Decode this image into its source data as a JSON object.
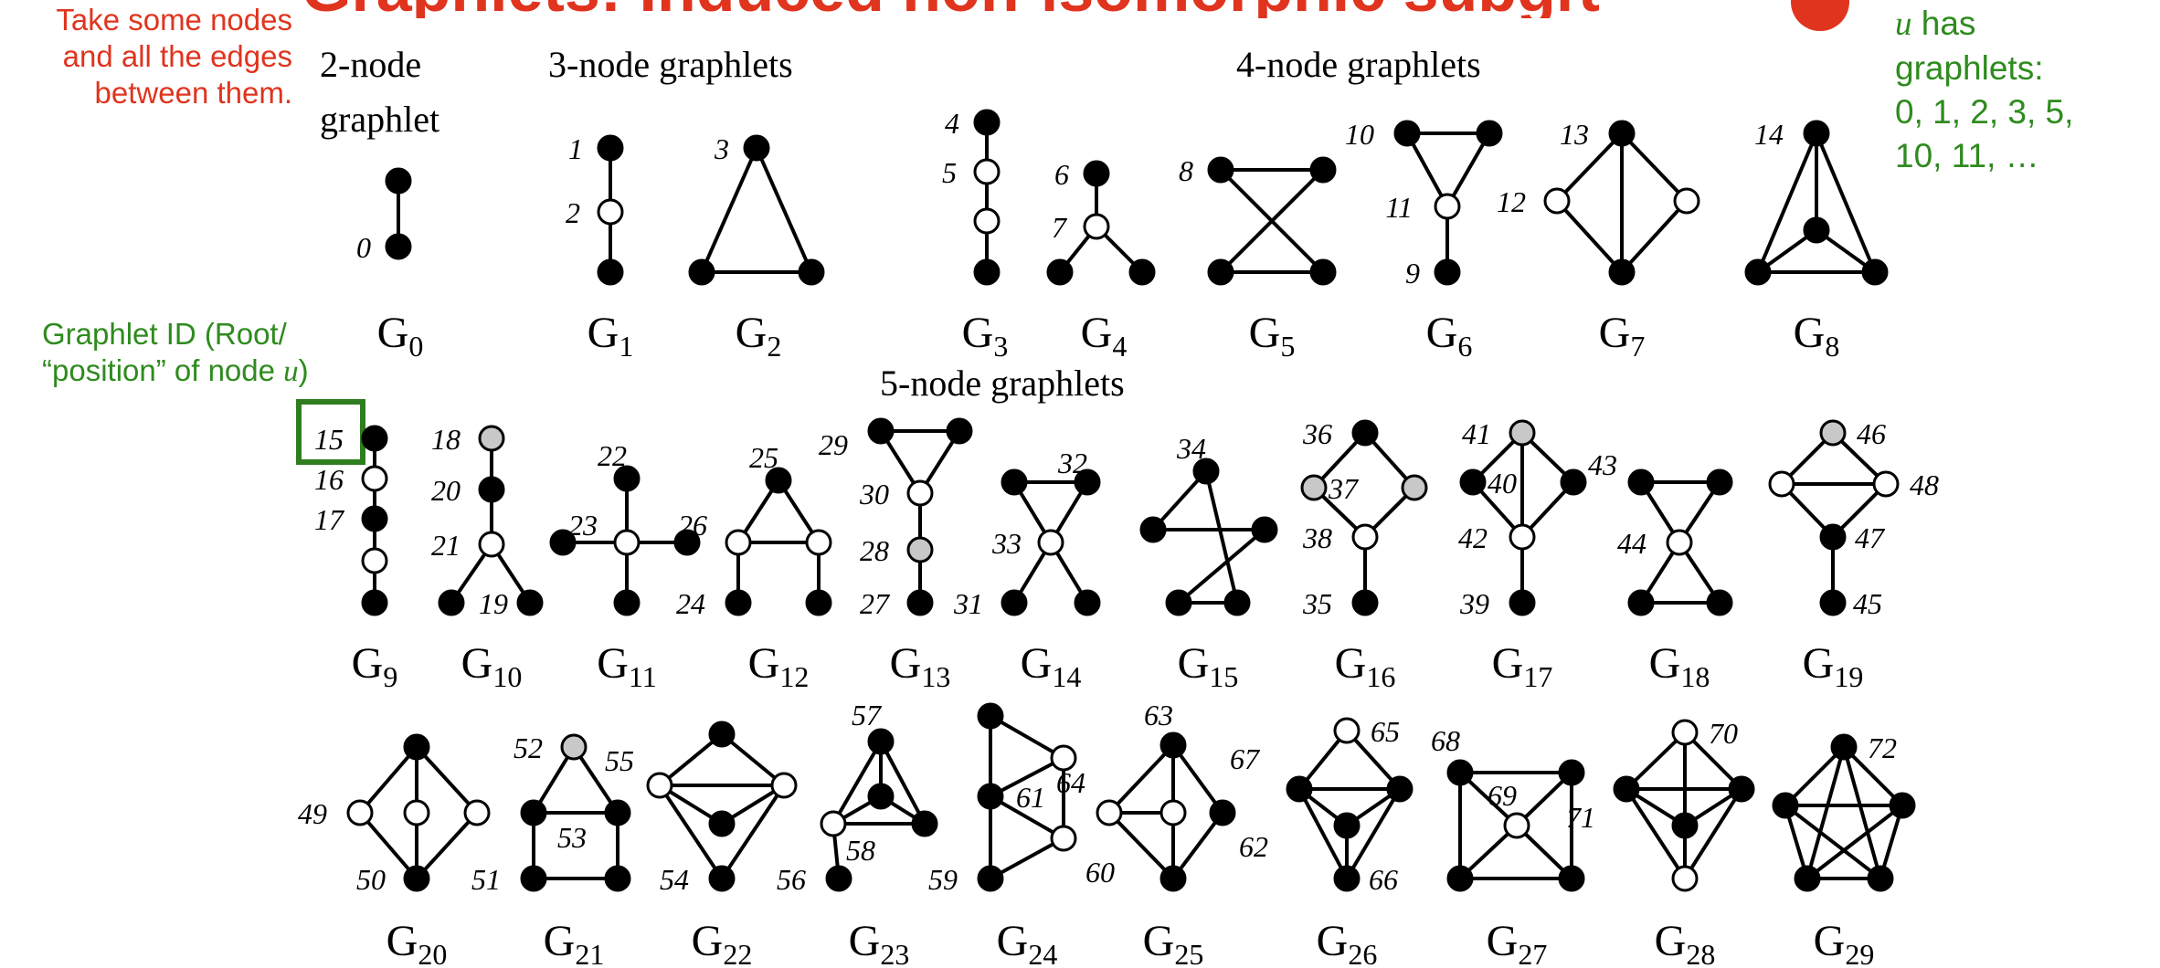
{
  "slide": {
    "title": "Graphlets: Induced non-isomorphic subgraphs",
    "note_red": [
      "Take some nodes",
      "and all the edges",
      "between them."
    ],
    "note_green_id": [
      "Graphlet ID (Root/",
      "“position” of node u)"
    ],
    "note_right": [
      "u has",
      "graphlets:",
      "0, 1, 2, 3, 5,",
      "10, 11, …"
    ],
    "colors": {
      "red": "#e0341e",
      "green": "#2e8b1e",
      "highlight_box": "#2e7d1f",
      "grey_node": "#c8c8c8"
    }
  },
  "headers": {
    "two_node": [
      "2-node",
      "graphlet"
    ],
    "three_node": "3-node graphlets",
    "four_node": "4-node graphlets",
    "five_node": "5-node graphlets"
  },
  "graphlets": [
    {
      "name": "G",
      "sub": "0",
      "nodes": [
        [
          "b",
          ""
        ],
        [
          "b",
          "0"
        ]
      ],
      "edges": [
        [
          0,
          1
        ]
      ]
    },
    {
      "name": "G",
      "sub": "1",
      "nodes": [
        [
          "b",
          "1"
        ],
        [
          "w",
          "2"
        ],
        [
          "b",
          ""
        ]
      ],
      "edges": [
        [
          0,
          1
        ],
        [
          1,
          2
        ]
      ]
    },
    {
      "name": "G",
      "sub": "2",
      "nodes": [
        [
          "b",
          "3"
        ],
        [
          "b",
          ""
        ],
        [
          "b",
          ""
        ]
      ],
      "edges": [
        [
          0,
          1
        ],
        [
          1,
          2
        ],
        [
          2,
          0
        ]
      ]
    },
    {
      "name": "G",
      "sub": "3",
      "nodes": [
        [
          "b",
          "4"
        ],
        [
          "w",
          "5"
        ],
        [
          "w",
          ""
        ],
        [
          "b",
          ""
        ]
      ],
      "edges": [
        [
          0,
          1
        ],
        [
          1,
          2
        ],
        [
          2,
          3
        ]
      ]
    },
    {
      "name": "G",
      "sub": "4",
      "nodes": [
        [
          "b",
          "6"
        ],
        [
          "w",
          "7"
        ],
        [
          "b",
          ""
        ],
        [
          "b",
          ""
        ]
      ],
      "edges": [
        [
          0,
          1
        ],
        [
          1,
          2
        ],
        [
          1,
          3
        ]
      ]
    },
    {
      "name": "G",
      "sub": "5",
      "nodes": [
        [
          "b",
          "8"
        ],
        [
          "b",
          ""
        ],
        [
          "b",
          ""
        ],
        [
          "b",
          ""
        ]
      ],
      "edges": [
        [
          0,
          1
        ],
        [
          1,
          2
        ],
        [
          2,
          3
        ],
        [
          3,
          0
        ]
      ]
    },
    {
      "name": "G",
      "sub": "6",
      "nodes": [
        [
          "b",
          "10"
        ],
        [
          "b",
          ""
        ],
        [
          "w",
          "11"
        ],
        [
          "b",
          "9"
        ]
      ],
      "edges": [
        [
          0,
          1
        ],
        [
          0,
          2
        ],
        [
          1,
          2
        ],
        [
          2,
          3
        ]
      ]
    },
    {
      "name": "G",
      "sub": "7",
      "nodes": [
        [
          "b",
          "13"
        ],
        [
          "w",
          "12"
        ],
        [
          "w",
          ""
        ],
        [
          "b",
          ""
        ]
      ],
      "edges": [
        [
          0,
          1
        ],
        [
          0,
          2
        ],
        [
          0,
          3
        ],
        [
          1,
          3
        ],
        [
          2,
          3
        ]
      ]
    },
    {
      "name": "G",
      "sub": "8",
      "nodes": [
        [
          "b",
          "14"
        ],
        [
          "b",
          ""
        ],
        [
          "b",
          ""
        ],
        [
          "b",
          ""
        ]
      ],
      "edges": [
        [
          0,
          1
        ],
        [
          0,
          2
        ],
        [
          0,
          3
        ],
        [
          1,
          2
        ],
        [
          1,
          3
        ],
        [
          2,
          3
        ]
      ]
    },
    {
      "name": "G",
      "sub": "9",
      "nodes": [
        [
          "b",
          "15"
        ],
        [
          "w",
          "16"
        ],
        [
          "b",
          "17"
        ],
        [
          "w",
          ""
        ],
        [
          "b",
          ""
        ]
      ],
      "edges": [
        [
          0,
          1
        ],
        [
          1,
          2
        ],
        [
          2,
          3
        ],
        [
          3,
          4
        ]
      ]
    },
    {
      "name": "G",
      "sub": "10",
      "nodes": [
        [
          "g",
          "18"
        ],
        [
          "b",
          "20"
        ],
        [
          "w",
          "21"
        ],
        [
          "b",
          "19"
        ],
        [
          "b",
          ""
        ]
      ],
      "edges": [
        [
          0,
          1
        ],
        [
          1,
          2
        ],
        [
          2,
          3
        ],
        [
          2,
          4
        ]
      ]
    },
    {
      "name": "G",
      "sub": "11",
      "nodes": [
        [
          "b",
          "22"
        ],
        [
          "b",
          ""
        ],
        [
          "w",
          "23"
        ],
        [
          "b",
          ""
        ],
        [
          "b",
          ""
        ]
      ],
      "edges": [
        [
          0,
          2
        ],
        [
          1,
          2
        ],
        [
          2,
          3
        ],
        [
          2,
          4
        ]
      ]
    },
    {
      "name": "G",
      "sub": "12",
      "nodes": [
        [
          "b",
          "25"
        ],
        [
          "w",
          "26"
        ],
        [
          "w",
          ""
        ],
        [
          "b",
          "24"
        ],
        [
          "b",
          ""
        ]
      ],
      "edges": [
        [
          0,
          1
        ],
        [
          0,
          2
        ],
        [
          1,
          2
        ],
        [
          1,
          3
        ],
        [
          2,
          4
        ]
      ]
    },
    {
      "name": "G",
      "sub": "13",
      "nodes": [
        [
          "b",
          "29"
        ],
        [
          "b",
          ""
        ],
        [
          "w",
          "30"
        ],
        [
          "g",
          "28"
        ],
        [
          "b",
          "27"
        ]
      ],
      "edges": [
        [
          0,
          1
        ],
        [
          0,
          2
        ],
        [
          1,
          2
        ],
        [
          2,
          3
        ],
        [
          3,
          4
        ]
      ]
    },
    {
      "name": "G",
      "sub": "14",
      "nodes": [
        [
          "b",
          ""
        ],
        [
          "b",
          "32"
        ],
        [
          "w",
          "33"
        ],
        [
          "b",
          "31"
        ],
        [
          "b",
          ""
        ]
      ],
      "edges": [
        [
          0,
          1
        ],
        [
          0,
          2
        ],
        [
          1,
          2
        ],
        [
          2,
          3
        ],
        [
          2,
          4
        ]
      ]
    },
    {
      "name": "G",
      "sub": "15",
      "nodes": [
        [
          "b",
          "34"
        ],
        [
          "b",
          ""
        ],
        [
          "b",
          ""
        ],
        [
          "b",
          ""
        ],
        [
          "b",
          ""
        ]
      ],
      "edges": [
        [
          0,
          1
        ],
        [
          1,
          2
        ],
        [
          2,
          3
        ],
        [
          3,
          4
        ],
        [
          4,
          0
        ]
      ]
    },
    {
      "name": "G",
      "sub": "16",
      "nodes": [
        [
          "b",
          "36"
        ],
        [
          "g",
          "37"
        ],
        [
          "g",
          ""
        ],
        [
          "w",
          "38"
        ],
        [
          "b",
          "35"
        ]
      ],
      "edges": [
        [
          0,
          1
        ],
        [
          0,
          2
        ],
        [
          1,
          3
        ],
        [
          2,
          3
        ],
        [
          3,
          4
        ]
      ]
    },
    {
      "name": "G",
      "sub": "17",
      "nodes": [
        [
          "g",
          "41"
        ],
        [
          "b",
          "40"
        ],
        [
          "b",
          ""
        ],
        [
          "w",
          "42"
        ],
        [
          "b",
          "39"
        ]
      ],
      "edges": [
        [
          0,
          1
        ],
        [
          0,
          2
        ],
        [
          0,
          3
        ],
        [
          1,
          3
        ],
        [
          2,
          3
        ],
        [
          3,
          4
        ]
      ]
    },
    {
      "name": "G",
      "sub": "18",
      "nodes": [
        [
          "b",
          "43"
        ],
        [
          "b",
          ""
        ],
        [
          "w",
          "44"
        ],
        [
          "b",
          ""
        ],
        [
          "b",
          ""
        ]
      ],
      "edges": [
        [
          0,
          1
        ],
        [
          0,
          2
        ],
        [
          1,
          2
        ],
        [
          2,
          3
        ],
        [
          2,
          4
        ],
        [
          3,
          4
        ]
      ]
    },
    {
      "name": "G",
      "sub": "19",
      "nodes": [
        [
          "g",
          "46"
        ],
        [
          "w",
          ""
        ],
        [
          "w",
          "48"
        ],
        [
          "b",
          "47"
        ],
        [
          "b",
          "45"
        ]
      ],
      "edges": [
        [
          0,
          1
        ],
        [
          0,
          2
        ],
        [
          1,
          2
        ],
        [
          1,
          3
        ],
        [
          2,
          3
        ],
        [
          3,
          4
        ]
      ]
    },
    {
      "name": "G",
      "sub": "20",
      "nodes": [
        [
          "b",
          ""
        ],
        [
          "w",
          "49"
        ],
        [
          "w",
          ""
        ],
        [
          "w",
          ""
        ],
        [
          "b",
          "50"
        ]
      ],
      "edges": [
        [
          0,
          1
        ],
        [
          0,
          2
        ],
        [
          0,
          3
        ],
        [
          1,
          4
        ],
        [
          2,
          4
        ],
        [
          3,
          4
        ]
      ]
    },
    {
      "name": "G",
      "sub": "21",
      "nodes": [
        [
          "g",
          "52"
        ],
        [
          "b",
          ""
        ],
        [
          "b",
          ""
        ],
        [
          "b",
          "51"
        ],
        [
          "b",
          ""
        ],
        [
          "e",
          "53"
        ]
      ],
      "edges": [
        [
          0,
          1
        ],
        [
          0,
          2
        ],
        [
          1,
          2
        ],
        [
          1,
          3
        ],
        [
          2,
          4
        ],
        [
          3,
          4
        ]
      ]
    },
    {
      "name": "G",
      "sub": "22",
      "nodes": [
        [
          "b",
          ""
        ],
        [
          "w",
          "55"
        ],
        [
          "w",
          ""
        ],
        [
          "b",
          ""
        ],
        [
          "b",
          "54"
        ]
      ],
      "edges": [
        [
          0,
          1
        ],
        [
          0,
          2
        ],
        [
          1,
          2
        ],
        [
          1,
          3
        ],
        [
          2,
          3
        ],
        [
          1,
          4
        ],
        [
          2,
          4
        ]
      ]
    },
    {
      "name": "G",
      "sub": "23",
      "nodes": [
        [
          "b",
          "57"
        ],
        [
          "b",
          ""
        ],
        [
          "w",
          ""
        ],
        [
          "b",
          ""
        ],
        [
          "b",
          "56"
        ],
        [
          "e",
          "58"
        ]
      ],
      "edges": [
        [
          0,
          1
        ],
        [
          0,
          2
        ],
        [
          0,
          3
        ],
        [
          1,
          2
        ],
        [
          1,
          3
        ],
        [
          2,
          3
        ],
        [
          2,
          4
        ]
      ]
    },
    {
      "name": "G",
      "sub": "24",
      "nodes": [
        [
          "b",
          ""
        ],
        [
          "w",
          ""
        ],
        [
          "b",
          "61"
        ],
        [
          "w",
          "60"
        ],
        [
          "b",
          "59"
        ]
      ],
      "edges": [
        [
          0,
          1
        ],
        [
          0,
          2
        ],
        [
          1,
          2
        ],
        [
          2,
          3
        ],
        [
          2,
          4
        ],
        [
          3,
          4
        ],
        [
          1,
          3
        ]
      ]
    },
    {
      "name": "G",
      "sub": "25",
      "nodes": [
        [
          "b",
          "63"
        ],
        [
          "w",
          "64"
        ],
        [
          "w",
          ""
        ],
        [
          "b",
          "62"
        ],
        [
          "b",
          ""
        ]
      ],
      "edges": [
        [
          0,
          1
        ],
        [
          0,
          2
        ],
        [
          0,
          4
        ],
        [
          1,
          2
        ],
        [
          1,
          4
        ],
        [
          2,
          4
        ],
        [
          0,
          3
        ],
        [
          3,
          4
        ]
      ]
    },
    {
      "name": "G",
      "sub": "26",
      "nodes": [
        [
          "w",
          "65"
        ],
        [
          "b",
          "67"
        ],
        [
          "b",
          ""
        ],
        [
          "b",
          ""
        ],
        [
          "b",
          "66"
        ]
      ],
      "edges": [
        [
          0,
          1
        ],
        [
          0,
          2
        ],
        [
          1,
          2
        ],
        [
          1,
          3
        ],
        [
          2,
          3
        ],
        [
          1,
          4
        ],
        [
          2,
          4
        ],
        [
          3,
          4
        ]
      ]
    },
    {
      "name": "G",
      "sub": "27",
      "nodes": [
        [
          "b",
          "68"
        ],
        [
          "b",
          ""
        ],
        [
          "w",
          "69"
        ],
        [
          "b",
          ""
        ],
        [
          "b",
          ""
        ]
      ],
      "edges": [
        [
          0,
          1
        ],
        [
          0,
          2
        ],
        [
          0,
          3
        ],
        [
          1,
          2
        ],
        [
          1,
          4
        ],
        [
          2,
          3
        ],
        [
          2,
          4
        ],
        [
          3,
          4
        ]
      ]
    },
    {
      "name": "G",
      "sub": "28",
      "nodes": [
        [
          "w",
          "70"
        ],
        [
          "b",
          "71"
        ],
        [
          "b",
          ""
        ],
        [
          "b",
          ""
        ],
        [
          "w",
          ""
        ]
      ],
      "edges": [
        [
          0,
          1
        ],
        [
          0,
          2
        ],
        [
          0,
          3
        ],
        [
          1,
          2
        ],
        [
          1,
          3
        ],
        [
          2,
          3
        ],
        [
          1,
          4
        ],
        [
          2,
          4
        ],
        [
          3,
          4
        ]
      ]
    },
    {
      "name": "G",
      "sub": "29",
      "nodes": [
        [
          "b",
          "72"
        ],
        [
          "b",
          ""
        ],
        [
          "b",
          ""
        ],
        [
          "b",
          ""
        ],
        [
          "b",
          ""
        ]
      ],
      "edges": [
        [
          0,
          1
        ],
        [
          0,
          2
        ],
        [
          0,
          3
        ],
        [
          0,
          4
        ],
        [
          1,
          2
        ],
        [
          1,
          3
        ],
        [
          1,
          4
        ],
        [
          2,
          3
        ],
        [
          2,
          4
        ],
        [
          3,
          4
        ]
      ]
    }
  ]
}
